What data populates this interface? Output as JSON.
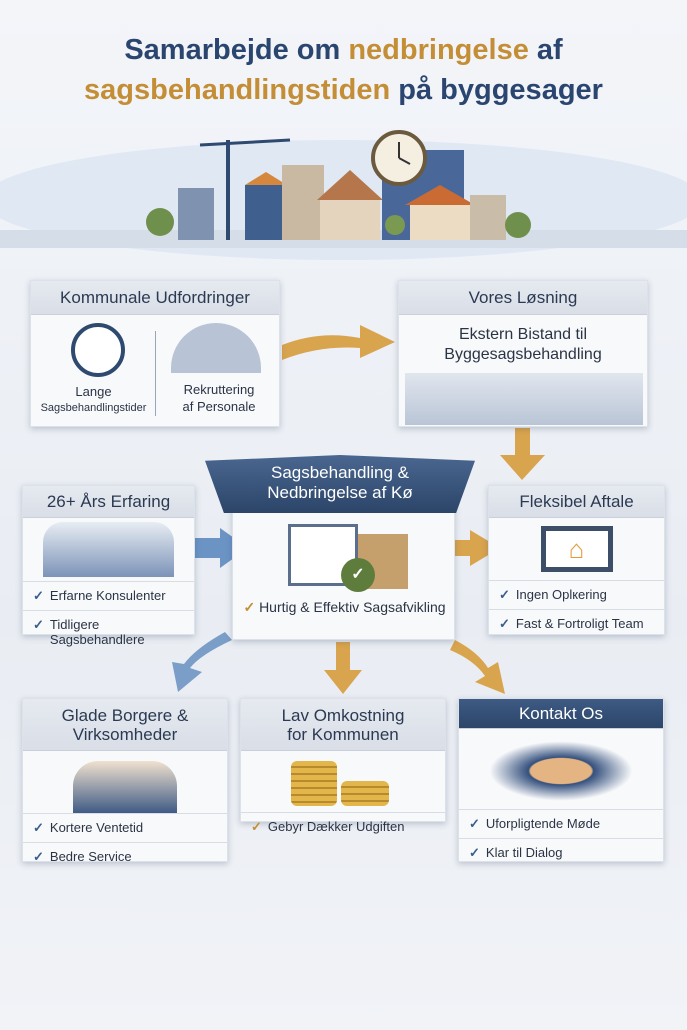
{
  "title": {
    "line1_a": "Samarbejde om ",
    "line1_b": "nedbringelse",
    "line1_c": " af",
    "line2_a": "sagsbehandlingstiden",
    "line2_b": " på byggesager"
  },
  "challenges": {
    "header": "Kommunale Udfordringer",
    "item1_a": "Lange",
    "item1_b": "Sagsbehandlingstider",
    "item2_a": "Rekruttering",
    "item2_b": "af Personale"
  },
  "solution": {
    "header": "Vores Løsning",
    "text": "Ekstern Bistand til Byggesagsbehandling"
  },
  "center": {
    "banner": "Sagsbehandling & Nedbringelse af Kø",
    "item": "Hurtig & Effektiv Sagsafvikling"
  },
  "experience": {
    "header": "26+ Års Erfaring",
    "items": [
      "Erfarne Konsulenter",
      "Tidligere Sagsbehandlere"
    ]
  },
  "flexible": {
    "header": "Fleksibel Aftale",
    "items": [
      "Ingen Oplкering",
      "Fast & Fortroligt Team"
    ]
  },
  "citizens": {
    "header": "Glade Borgere & Virksomheder",
    "items": [
      "Kortere Ventetid",
      "Bedre Service"
    ]
  },
  "cost": {
    "header": "Lav Omkostning for Kommunen",
    "items": [
      "Gebyr Dækker Udgiften"
    ]
  },
  "contact": {
    "header": "Kontakt Os",
    "items": [
      "Uforpligtende Møde",
      "Klar til Dialog"
    ]
  },
  "colors": {
    "navy": "#2a4670",
    "gold": "#c48e37",
    "blue": "#5d86b8"
  }
}
